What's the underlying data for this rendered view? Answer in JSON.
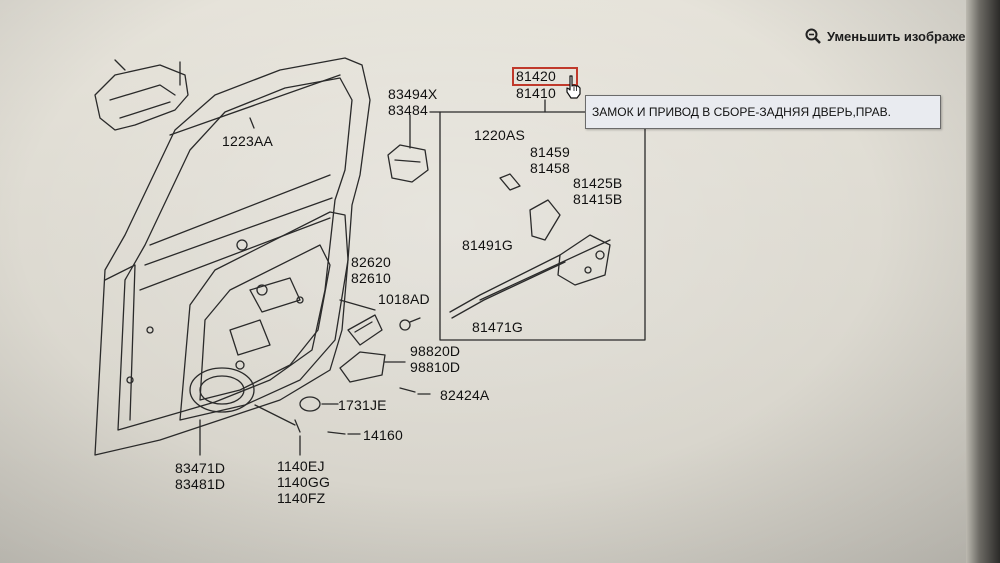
{
  "toolbar": {
    "zoom_out_label": "Уменьшить изображение",
    "zoom_icon": "magnifier-minus-icon"
  },
  "tooltip": {
    "text": "ЗАМОК И ПРИВОД В СБОРЕ-ЗАДНЯЯ ДВЕРЬ,ПРАВ."
  },
  "parts": {
    "p81420": "81420",
    "p81410": "81410",
    "p83494X": "83494X",
    "p83484": "83484",
    "p1223AA": "1223AA",
    "p1220AS": "1220AS",
    "p81459": "81459",
    "p81458": "81458",
    "p81425B": "81425B",
    "p81415B": "81415B",
    "p81491G": "81491G",
    "p81471G": "81471G",
    "p82620": "82620",
    "p82610": "82610",
    "p1018AD": "1018AD",
    "p98820D": "98820D",
    "p98810D": "98810D",
    "p82424A": "82424A",
    "p1731JE": "1731JE",
    "p14160": "14160",
    "p83471D": "83471D",
    "p83481D": "83481D",
    "p1140EJ": "1140EJ",
    "p1140GG": "1140GG",
    "p1140FZ": "1140FZ"
  },
  "colors": {
    "highlight": "#c0392b",
    "tooltip_bg": "#e9ebf0",
    "line": "#2a2a2a"
  }
}
